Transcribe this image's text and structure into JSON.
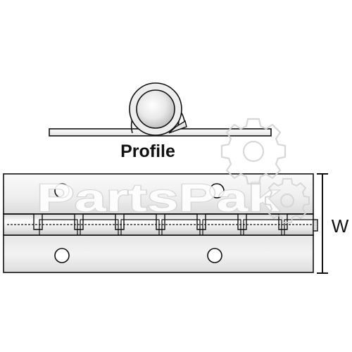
{
  "diagram": {
    "profile_label": "Profile",
    "width_label": "W",
    "watermark_text": "PartsPak",
    "colors": {
      "stroke": "#111111",
      "metal_light": "#f4f4f4",
      "metal_mid": "#e2e2e2",
      "metal_dark": "#c4c4c4",
      "knuckle": "#ececec",
      "watermark_stroke": "#d4d4d4"
    },
    "icons": [
      "gear-watermark-icon"
    ]
  }
}
